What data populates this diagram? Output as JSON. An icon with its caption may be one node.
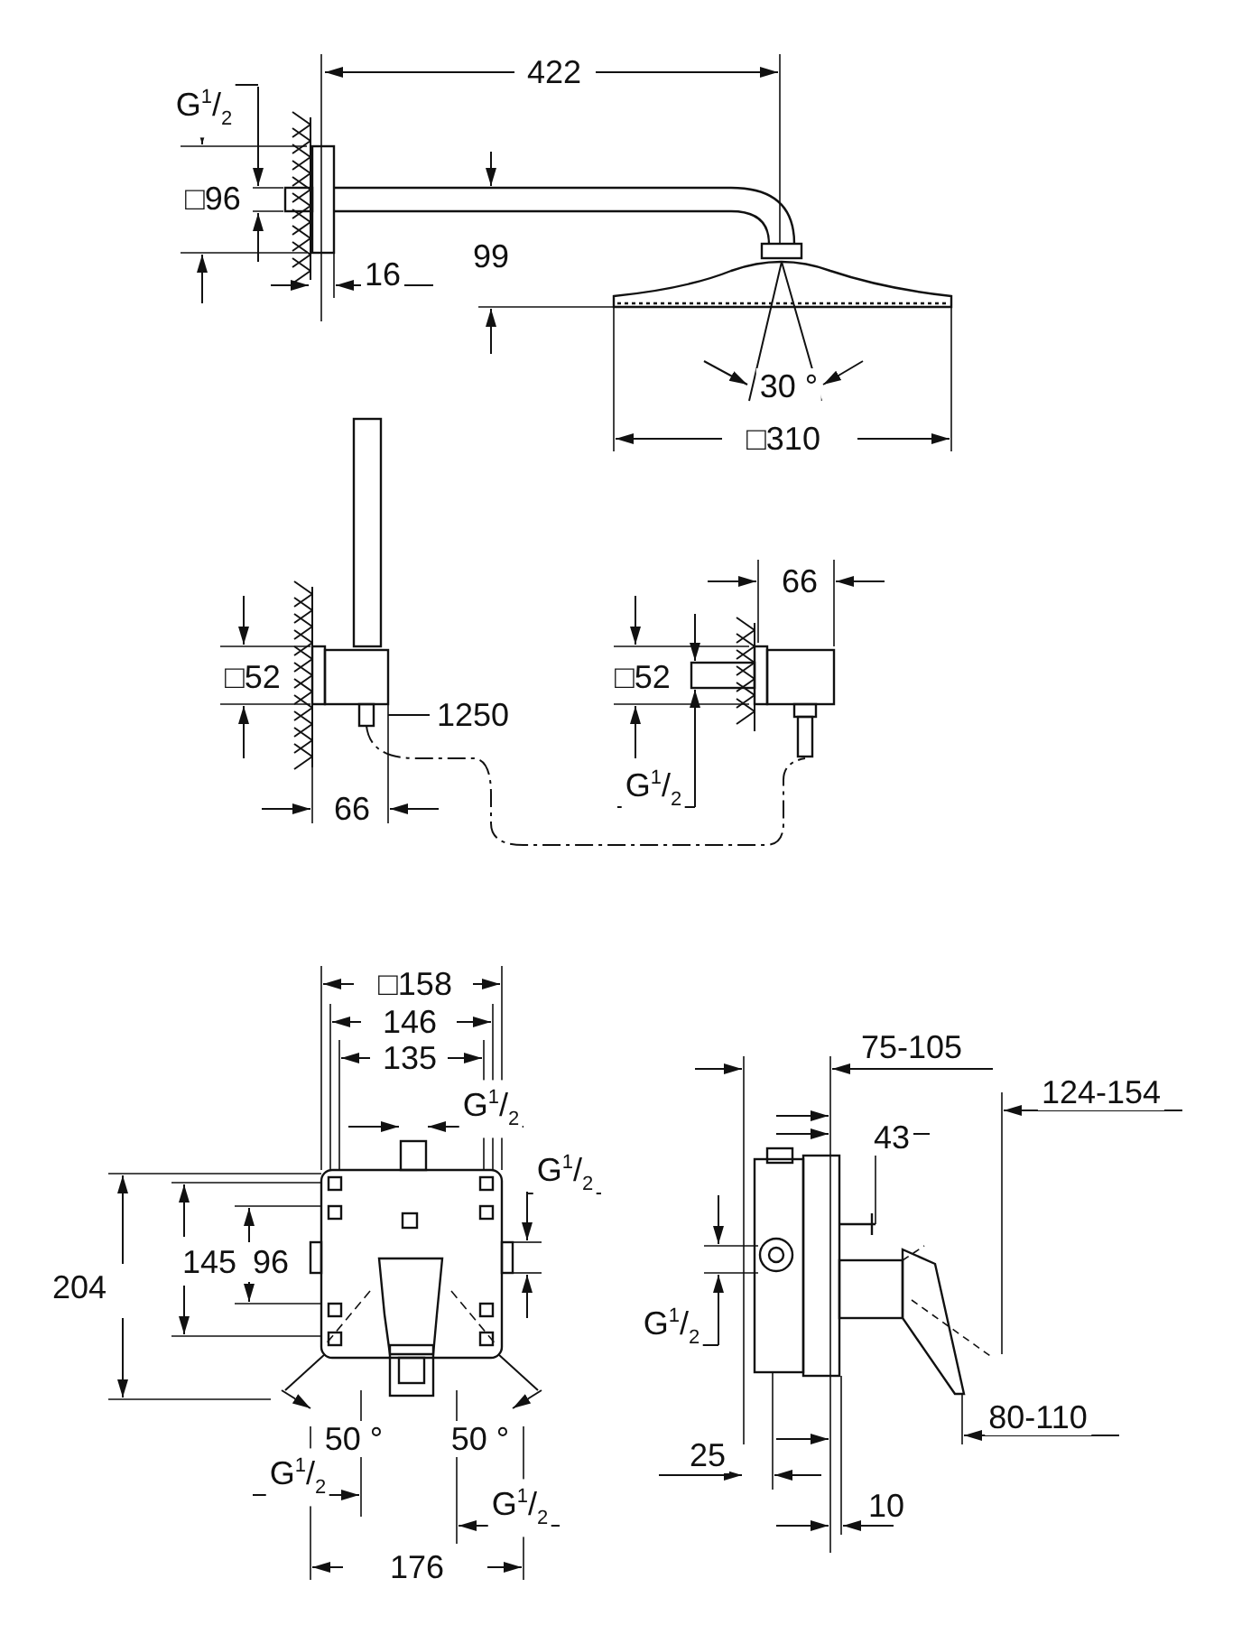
{
  "diagram": {
    "labels": [
      "G$^{1}$/$_{2}$",
      "422",
      "□96",
      "99",
      "16",
      "30 °",
      "□310",
      "□52",
      "1250",
      "66",
      "66",
      "□52",
      "G$^{1}$/$_{2}$",
      "□158",
      "146",
      "135",
      "G$^{1}$/$_{2}$",
      "G$^{1}$/$_{2}$",
      "204",
      "145",
      "96",
      "50 °",
      "50 °",
      "G$^{1}$/$_{2}$",
      "G$^{1}$/$_{2}$",
      "176",
      "75-105",
      "124-154",
      "43",
      "G$^{1}$/$_{2}$",
      "80-110",
      "25",
      "10"
    ]
  }
}
